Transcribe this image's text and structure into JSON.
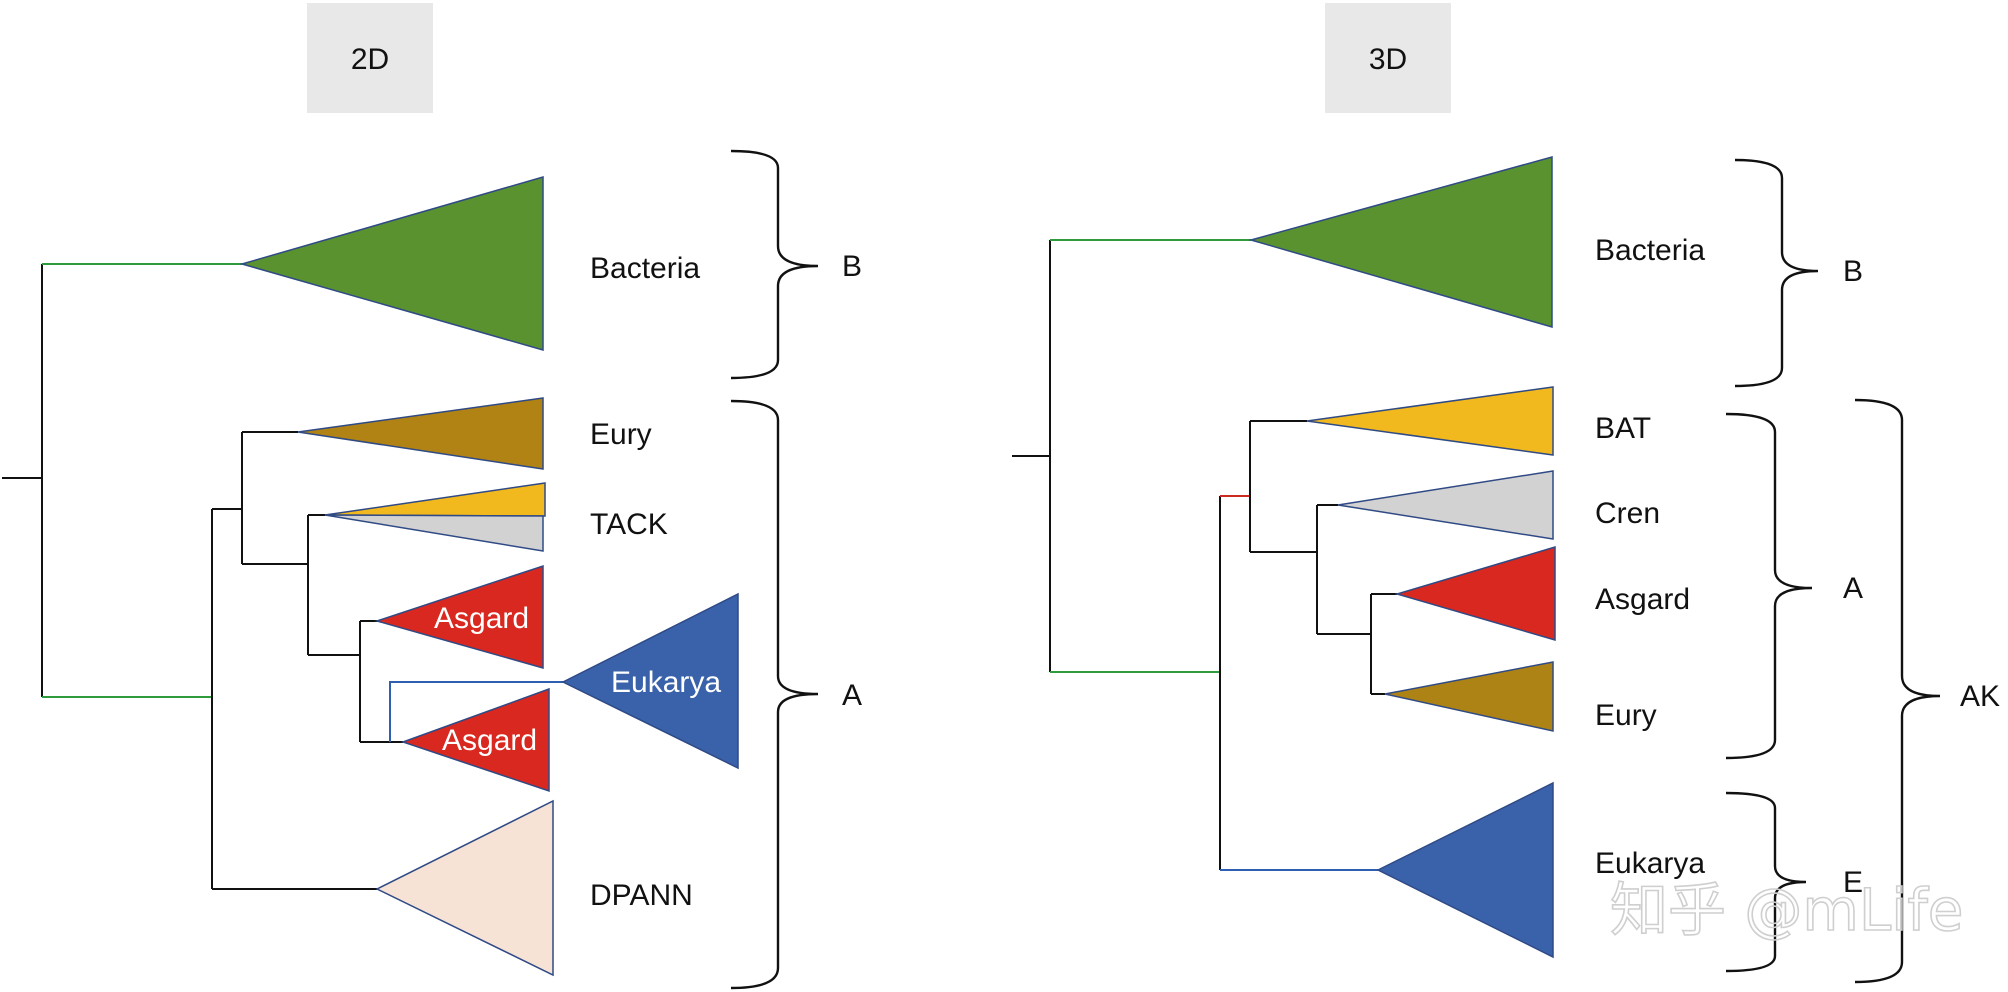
{
  "panels": [
    {
      "title": "2D"
    },
    {
      "title": "3D"
    }
  ],
  "left": {
    "clades": [
      "Bacteria",
      "Eury",
      "TACK",
      "Asgard",
      "Eukarya",
      "Asgard",
      "DPANN"
    ],
    "groups": [
      "B",
      "A"
    ]
  },
  "right": {
    "clades": [
      "Bacteria",
      "BAT",
      "Cren",
      "Asgard",
      "Eury",
      "Eukarya"
    ],
    "groups": [
      "B",
      "A",
      "E",
      "AK"
    ]
  },
  "watermark": "知乎 @mLife",
  "colors": {
    "bacteria": "#5a9230",
    "eury_left": "#b08314",
    "eury_right": "#ae8315",
    "gold": "#f2b91f",
    "grey": "#d2d2d2",
    "asgard": "#d8281f",
    "eukarya": "#3a62aa",
    "dpann": "#f7e3d5",
    "outline": "#2f4a85",
    "line_black": "#111111",
    "line_green": "#2e9b3d",
    "line_blue": "#2f5fb0",
    "line_red": "#cc2a1e"
  }
}
